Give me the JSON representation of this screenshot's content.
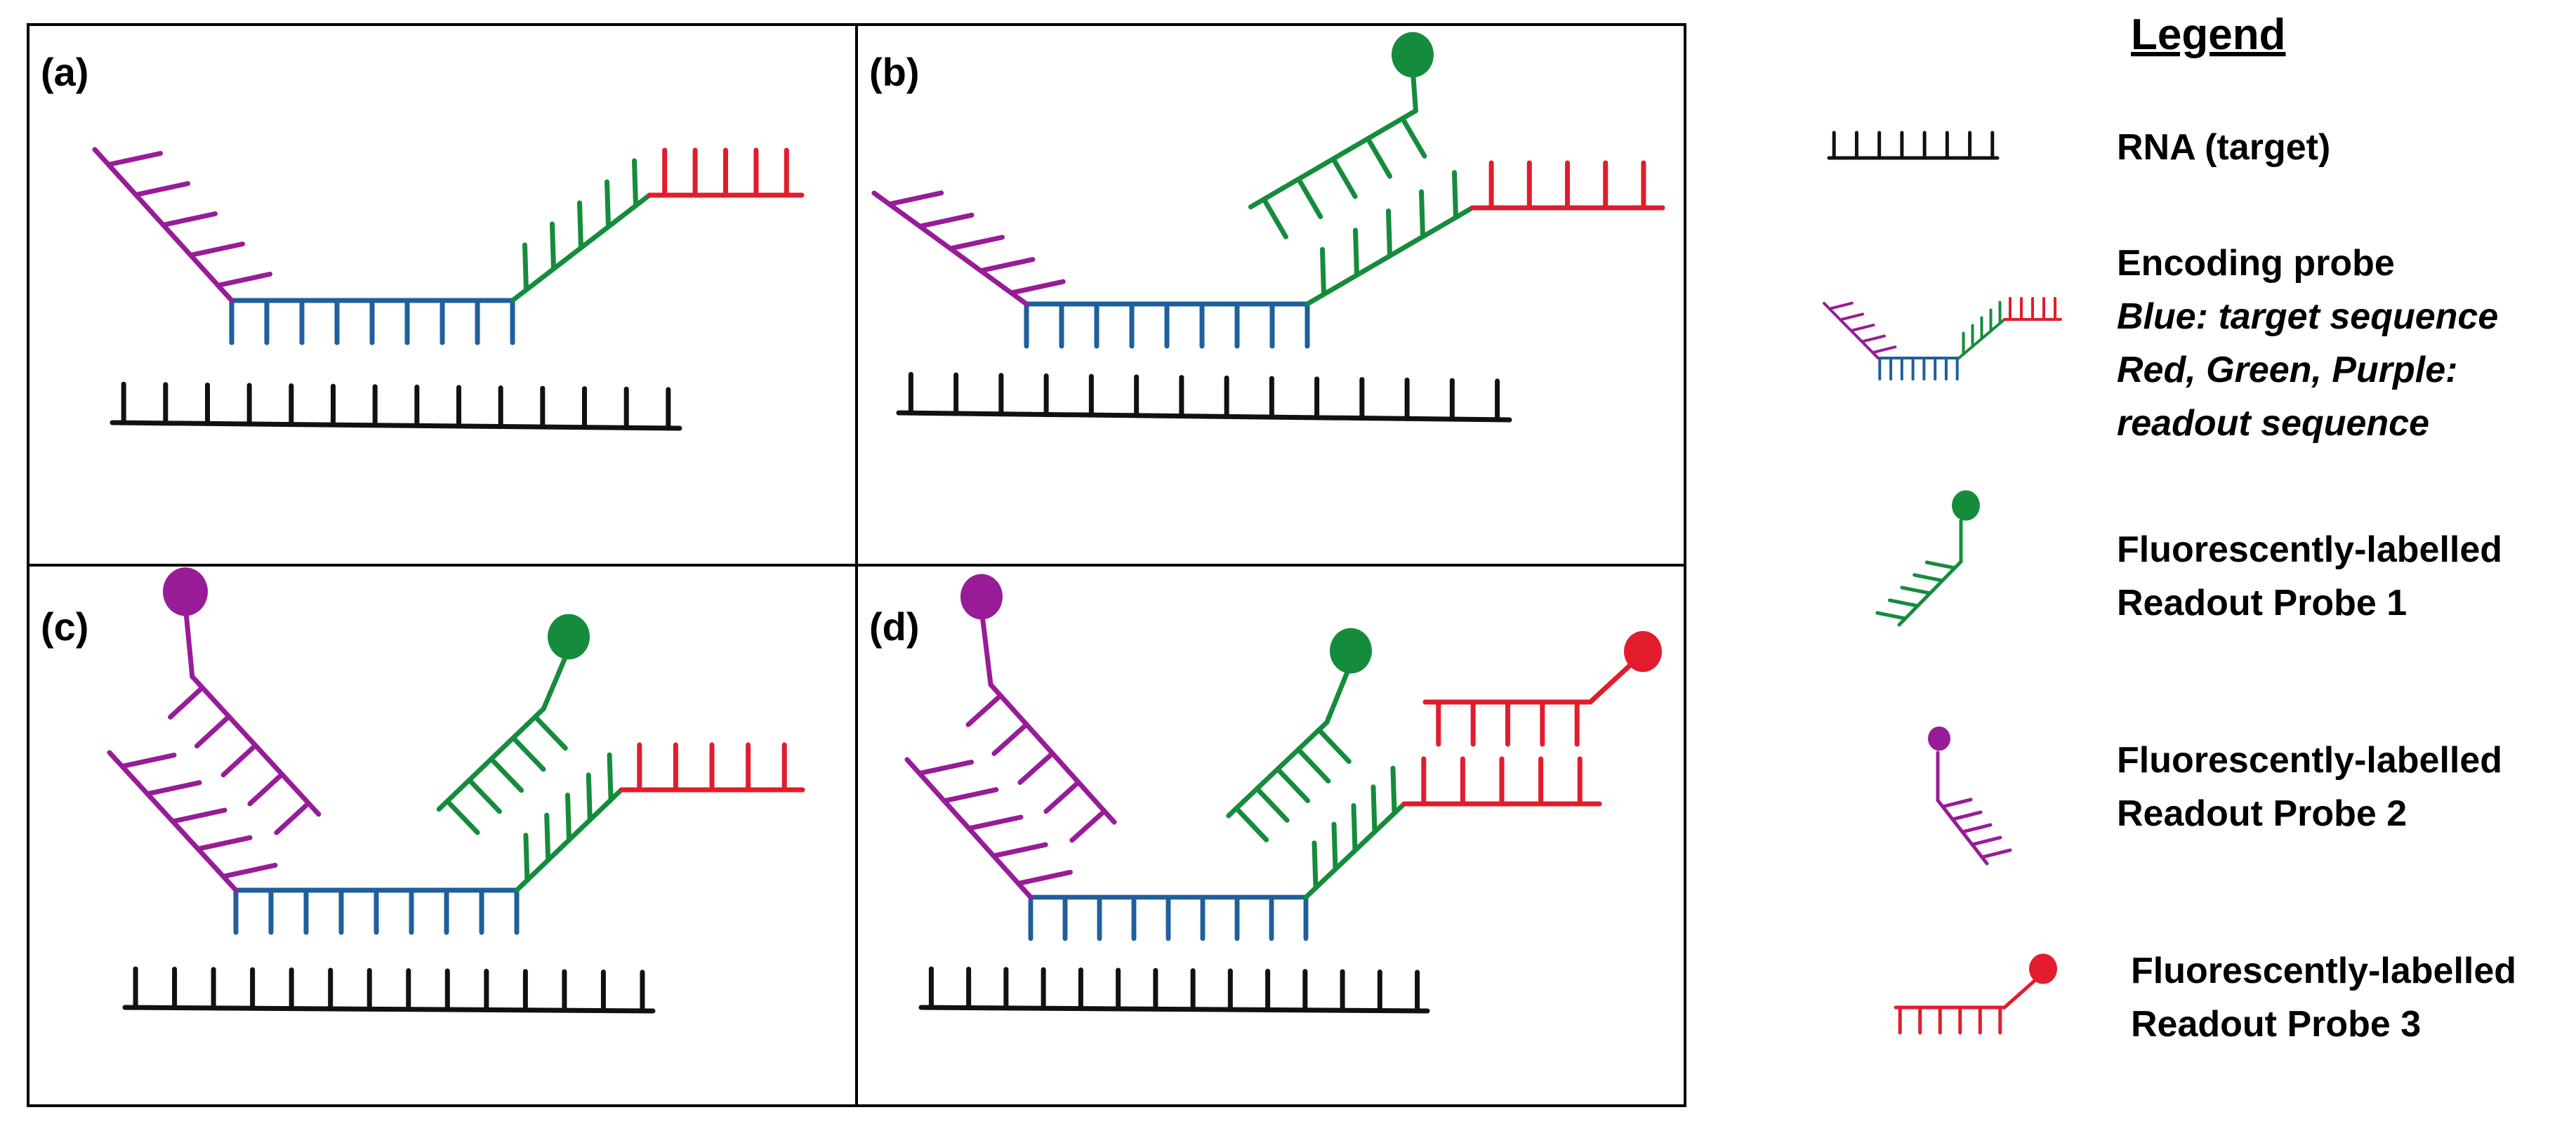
{
  "colors": {
    "rna": "#111111",
    "target_sequence": "#1f5f9c",
    "readout_green": "#158c3c",
    "readout_purple": "#981c98",
    "readout_red": "#e21c2c"
  },
  "panels": [
    {
      "id": "a",
      "label": "(a)"
    },
    {
      "id": "b",
      "label": "(b)"
    },
    {
      "id": "c",
      "label": "(c)"
    },
    {
      "id": "d",
      "label": "(d)"
    }
  ],
  "legend": {
    "title": "Legend",
    "rna": "RNA (target)",
    "encoding": {
      "line1": "Encoding probe",
      "line2": "Blue: target sequence",
      "line3": "Red, Green, Purple:",
      "line4": "readout sequence"
    },
    "probe1": {
      "line1": "Fluorescently-labelled",
      "line2": "Readout Probe 1"
    },
    "probe2": {
      "line1": "Fluorescently-labelled",
      "line2": "Readout Probe 2"
    },
    "probe3": {
      "line1": "Fluorescently-labelled",
      "line2": "Readout Probe 3"
    }
  }
}
